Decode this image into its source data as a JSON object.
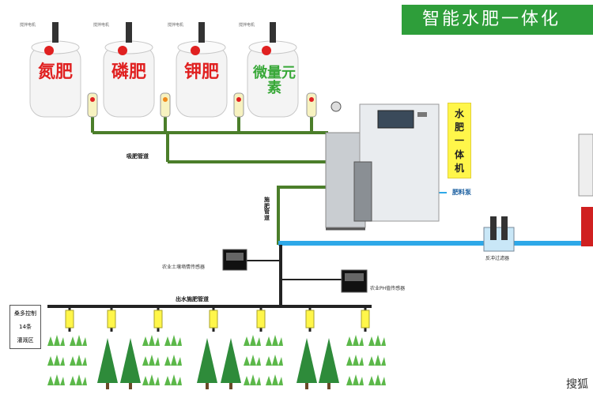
{
  "title": "智能水肥一体化",
  "tanks": [
    {
      "motor_label": "搅拌电机",
      "label": "氮肥",
      "color": "#e02020"
    },
    {
      "motor_label": "搅拌电机",
      "label": "磷肥",
      "color": "#e02020"
    },
    {
      "motor_label": "搅拌电机",
      "label": "钾肥",
      "color": "#e02020"
    },
    {
      "motor_label": "搅拌电机",
      "label": "微量元素",
      "color": "#38a838"
    }
  ],
  "pipes": {
    "suction": "吸肥管道",
    "fertilizer_pipe": "施肥管道",
    "main_outlet": "出水施肥管道"
  },
  "machine_label": [
    "水",
    "肥",
    "一",
    "体",
    "机"
  ],
  "pump_label": "肥料泵",
  "filter_label": "反冲过滤器",
  "soil_sensor_label": "农业土壤墒情传感器",
  "ph_sensor_label": "农业PH值传感器",
  "zone": {
    "line1": "桑多控制",
    "line2": "14条",
    "line3": "灌溉区"
  },
  "watermark": "搜狐",
  "colors": {
    "green_pipe": "#4b7e2a",
    "blue_pipe": "#2ea8e8",
    "black_pipe": "#222222",
    "banner": "#2e9e3a",
    "label_box": "#fff64a"
  }
}
